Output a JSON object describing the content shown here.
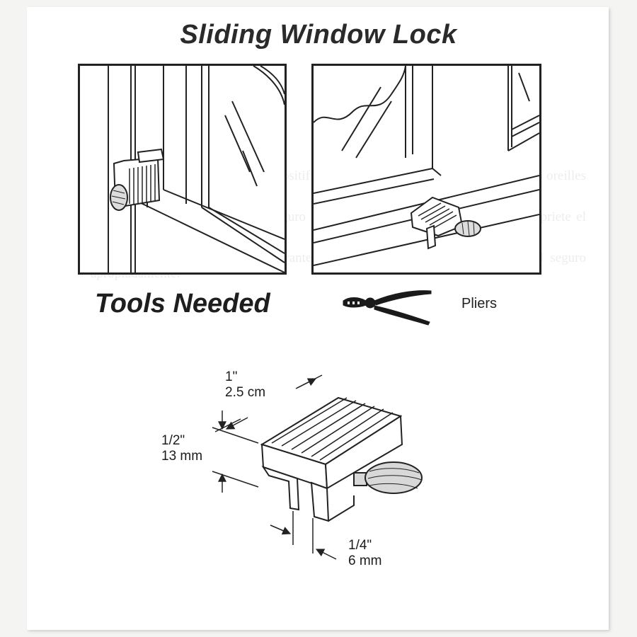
{
  "title": "Sliding Window Lock",
  "tools": {
    "heading": "Tools Needed",
    "items": [
      {
        "label": "Pliers",
        "icon": "pliers-icon"
      }
    ]
  },
  "dimensions": {
    "length": {
      "imperial": "1\"",
      "metric": "2.5 cm"
    },
    "height": {
      "imperial": "1/2\"",
      "metric": "13 mm"
    },
    "slot": {
      "imperial": "1/4\"",
      "metric": "6 mm"
    }
  },
  "colors": {
    "ink": "#222222",
    "paper": "#ffffff",
    "background": "#f4f4f2"
  }
}
